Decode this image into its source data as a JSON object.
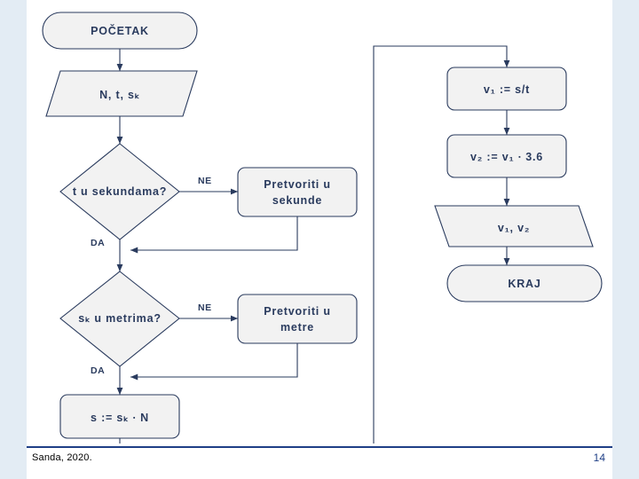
{
  "slide": {
    "footer_left": "Sanda, 2020.",
    "page_number": "14",
    "accent_color": "#1f3f86",
    "band_color": "#e3ecf4"
  },
  "flowchart": {
    "nodes": {
      "start": {
        "label": "POČETAK",
        "shape": "terminator"
      },
      "input": {
        "label": "N, t, sₖ",
        "shape": "parallelogram"
      },
      "dec_time": {
        "label": "t u sekundama?",
        "shape": "decision"
      },
      "conv_time": {
        "line1": "Pretvoriti u",
        "line2": "sekunde",
        "shape": "process"
      },
      "dec_metres": {
        "label": "sₖ u metrima?",
        "shape": "decision"
      },
      "conv_metres": {
        "line1": "Pretvoriti u",
        "line2": "metre",
        "shape": "process"
      },
      "calc_s": {
        "label": "s := sₖ ∙ N",
        "shape": "process"
      },
      "calc_v1": {
        "label": "v₁ := s/t",
        "shape": "process"
      },
      "calc_v2": {
        "label": "v₂ := v₁ ∙ 3.6",
        "shape": "process"
      },
      "output": {
        "label": "v₁, v₂",
        "shape": "parallelogram"
      },
      "end": {
        "label": "KRAJ",
        "shape": "terminator"
      }
    },
    "edge_labels": {
      "time_no": "NE",
      "time_yes": "DA",
      "metres_no": "NE",
      "metres_yes": "DA"
    }
  }
}
